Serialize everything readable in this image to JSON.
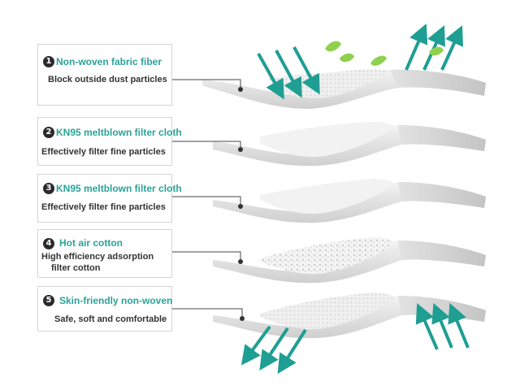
{
  "layers": [
    {
      "number": "1",
      "title": "Non-woven fabric fiber",
      "description": "Block outside dust particles"
    },
    {
      "number": "2",
      "title": "KN95 meltblown filter cloth",
      "description": "Effectively filter fine particles"
    },
    {
      "number": "3",
      "title": "KN95 meltblown filter cloth",
      "description": "Effectively filter fine particles"
    },
    {
      "number": "4",
      "title": "Hot air cotton",
      "description_line1": "High efficiency adsorption",
      "description_line2": "filter cotton"
    },
    {
      "number": "5",
      "title": "Skin-friendly non-woven",
      "description": "Safe, soft and comfortable"
    }
  ],
  "colors": {
    "accent": "#2aa39a",
    "arrow": "#1f9e93",
    "leaf": "#8fd14f",
    "number_badge": "#2b2b2b",
    "sheet": "#e6e6e6"
  },
  "icons": [
    "airflow-arrow-icon",
    "leaf-icon"
  ]
}
